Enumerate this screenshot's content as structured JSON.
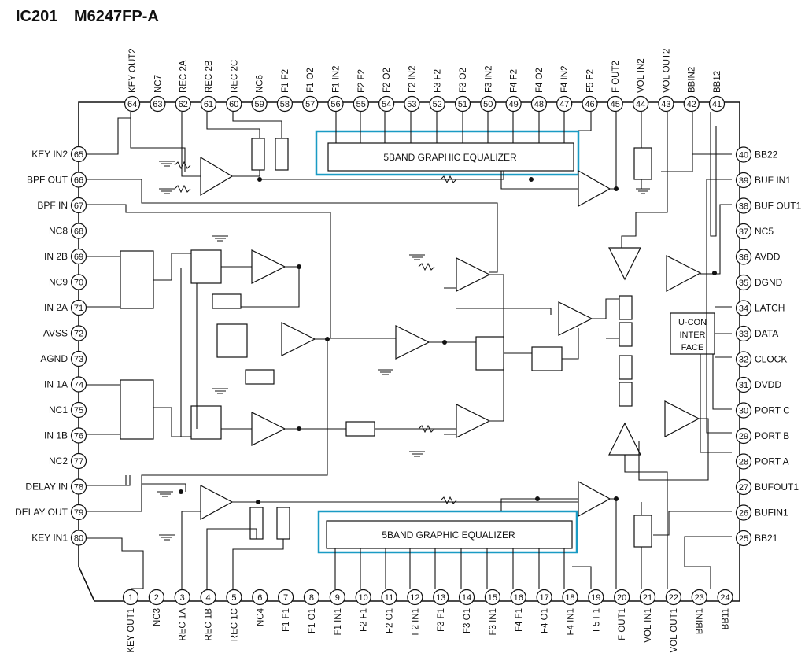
{
  "header": {
    "ic_id": "IC201",
    "part_number": "M6247FP-A"
  },
  "colors": {
    "line": "#111111",
    "highlight": "#1a9bc4"
  },
  "pins": [
    {
      "n": "1",
      "label": "KEY OUT1"
    },
    {
      "n": "2",
      "label": "NC3"
    },
    {
      "n": "3",
      "label": "REC 1A"
    },
    {
      "n": "4",
      "label": "REC 1B"
    },
    {
      "n": "5",
      "label": "REC 1C"
    },
    {
      "n": "6",
      "label": "NC4"
    },
    {
      "n": "7",
      "label": "F1 F1"
    },
    {
      "n": "8",
      "label": "F1 O1"
    },
    {
      "n": "9",
      "label": "F1 IN1"
    },
    {
      "n": "10",
      "label": "F2 F1"
    },
    {
      "n": "11",
      "label": "F2 O1"
    },
    {
      "n": "12",
      "label": "F2 IN1"
    },
    {
      "n": "13",
      "label": "F3 F1"
    },
    {
      "n": "14",
      "label": "F3 O1"
    },
    {
      "n": "15",
      "label": "F3 IN1"
    },
    {
      "n": "16",
      "label": "F4 F1"
    },
    {
      "n": "17",
      "label": "F4 O1"
    },
    {
      "n": "18",
      "label": "F4 IN1"
    },
    {
      "n": "19",
      "label": "F5 F1"
    },
    {
      "n": "20",
      "label": "F OUT1"
    },
    {
      "n": "21",
      "label": "VOL IN1"
    },
    {
      "n": "22",
      "label": "VOL OUT1"
    },
    {
      "n": "23",
      "label": "BBIN1"
    },
    {
      "n": "24",
      "label": "BB11"
    },
    {
      "n": "25",
      "label": "BB21"
    },
    {
      "n": "26",
      "label": "BUFIN1"
    },
    {
      "n": "27",
      "label": "BUFOUT1"
    },
    {
      "n": "28",
      "label": "PORT A"
    },
    {
      "n": "29",
      "label": "PORT B"
    },
    {
      "n": "30",
      "label": "PORT C"
    },
    {
      "n": "31",
      "label": "DVDD"
    },
    {
      "n": "32",
      "label": "CLOCK"
    },
    {
      "n": "33",
      "label": "DATA"
    },
    {
      "n": "34",
      "label": "LATCH"
    },
    {
      "n": "35",
      "label": "DGND"
    },
    {
      "n": "36",
      "label": "AVDD"
    },
    {
      "n": "37",
      "label": "NC5"
    },
    {
      "n": "38",
      "label": "BUF OUT1"
    },
    {
      "n": "39",
      "label": "BUF IN1"
    },
    {
      "n": "40",
      "label": "BB22"
    },
    {
      "n": "41",
      "label": "BB12"
    },
    {
      "n": "42",
      "label": "BBIN2"
    },
    {
      "n": "43",
      "label": "VOL OUT2"
    },
    {
      "n": "44",
      "label": "VOL IN2"
    },
    {
      "n": "45",
      "label": "F OUT2"
    },
    {
      "n": "46",
      "label": "F5 F2"
    },
    {
      "n": "47",
      "label": "F4 IN2"
    },
    {
      "n": "48",
      "label": "F4 O2"
    },
    {
      "n": "49",
      "label": "F4 F2"
    },
    {
      "n": "50",
      "label": "F3 IN2"
    },
    {
      "n": "51",
      "label": "F3 O2"
    },
    {
      "n": "52",
      "label": "F3 F2"
    },
    {
      "n": "53",
      "label": "F2 IN2"
    },
    {
      "n": "54",
      "label": "F2 O2"
    },
    {
      "n": "55",
      "label": "F2 F2"
    },
    {
      "n": "56",
      "label": "F1 IN2"
    },
    {
      "n": "57",
      "label": "F1 O2"
    },
    {
      "n": "58",
      "label": "F1 F2"
    },
    {
      "n": "59",
      "label": "NC6"
    },
    {
      "n": "60",
      "label": "REC 2C"
    },
    {
      "n": "61",
      "label": "REC 2B"
    },
    {
      "n": "62",
      "label": "REC 2A"
    },
    {
      "n": "63",
      "label": "NC7"
    },
    {
      "n": "64",
      "label": "KEY OUT2"
    },
    {
      "n": "65",
      "label": "KEY IN2"
    },
    {
      "n": "66",
      "label": "BPF OUT"
    },
    {
      "n": "67",
      "label": "BPF IN"
    },
    {
      "n": "68",
      "label": "NC8"
    },
    {
      "n": "69",
      "label": "IN 2B"
    },
    {
      "n": "70",
      "label": "NC9"
    },
    {
      "n": "71",
      "label": "IN 2A"
    },
    {
      "n": "72",
      "label": "AVSS"
    },
    {
      "n": "73",
      "label": "AGND"
    },
    {
      "n": "74",
      "label": "IN 1A"
    },
    {
      "n": "75",
      "label": "NC1"
    },
    {
      "n": "76",
      "label": "IN 1B"
    },
    {
      "n": "77",
      "label": "NC2"
    },
    {
      "n": "78",
      "label": "DELAY IN"
    },
    {
      "n": "79",
      "label": "DELAY OUT"
    },
    {
      "n": "80",
      "label": "KEY IN1"
    }
  ],
  "blocks": {
    "eq_top": "5BAND GRAPHIC EQUALIZER",
    "eq_bottom": "5BAND GRAPHIC EQUALIZER",
    "ucon_lines": [
      "U-CON",
      "INTER",
      "FACE"
    ]
  }
}
